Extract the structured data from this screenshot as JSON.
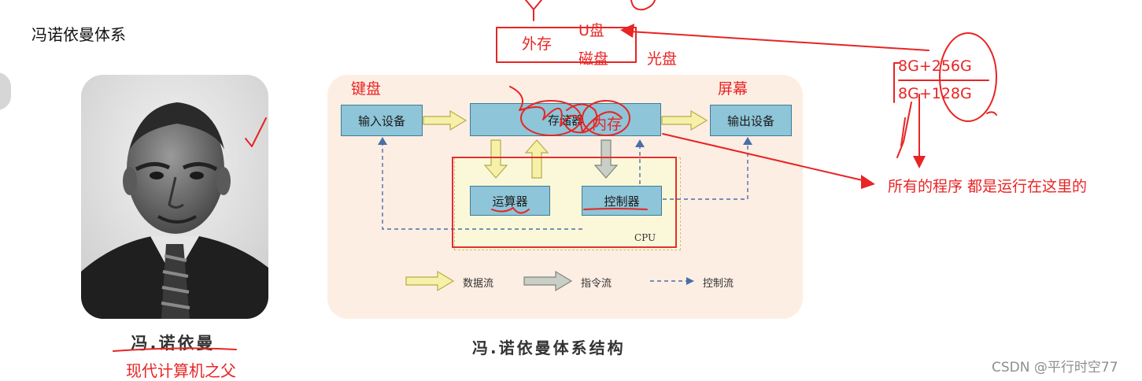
{
  "page": {
    "title": "冯诺依曼体系"
  },
  "portrait": {
    "name": "冯.诺依曼",
    "note": "现代计算机之父"
  },
  "diagram": {
    "title": "冯.诺依曼体系结构",
    "boxes": {
      "input": "输入设备",
      "memory": "存储器",
      "output": "输出设备",
      "alu": "运算器",
      "control": "控制器"
    },
    "cpu_label": "CPU",
    "legend": {
      "data_flow": "数据流",
      "instruction_flow": "指令流",
      "control_flow": "控制流"
    },
    "colors": {
      "box": "#8ec5d8",
      "panel": "#fdeee4",
      "cpu_area": "#fbf8d9",
      "data_arrow": "#f6f1a8",
      "instruction_arrow": "#c9cfc6",
      "control_line": "#4a6fa8"
    }
  },
  "annotations": {
    "keyboard": "键盘",
    "screen": "屏幕",
    "memory_handwritten": "内存",
    "external_storage": "外存",
    "usb_disk": "U盘",
    "magnetic_disk": "磁盘",
    "optical_disk": "光盘",
    "ram_spec_1": "8G+256G",
    "ram_spec_2": "8G+128G",
    "all_programs": "所有的程序  都是运行在这里的",
    "color": "#e82424"
  },
  "watermark": "CSDN @平行时空77"
}
